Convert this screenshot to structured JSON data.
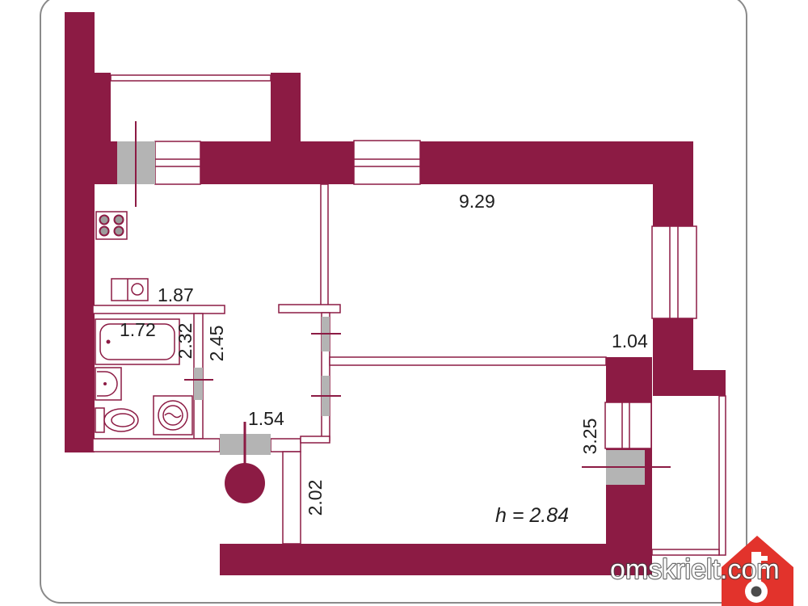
{
  "colors": {
    "wall": "#8C1B44",
    "door": "#B4B4B4",
    "frame": "#8A8A8A",
    "logo": "#E2332C"
  },
  "dimensions": [
    "9.29",
    "1.87",
    "1.72",
    "2.32",
    "2.45",
    "1.04",
    "1.54",
    "3.25",
    "2.02"
  ],
  "ceiling_height": "h = 2.84",
  "watermark": "omskrielt.com",
  "logo_icon": "house-key-icon"
}
